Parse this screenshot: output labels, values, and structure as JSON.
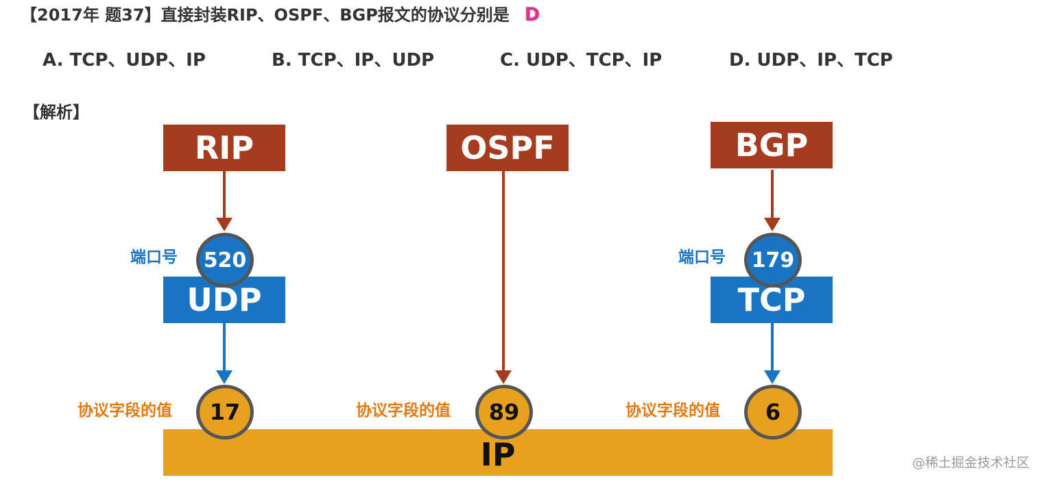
{
  "question": {
    "text": "【2017年 题37】直接封装RIP、OSPF、BGP报文的协议分别是",
    "answer": "D"
  },
  "options": [
    {
      "text": "A. TCP、UDP、IP"
    },
    {
      "text": "B. TCP、IP、UDP"
    },
    {
      "text": "C. UDP、TCP、IP"
    },
    {
      "text": "D. UDP、IP、TCP"
    }
  ],
  "analysis_label": "【解析】",
  "diagram": {
    "protocols": {
      "rip": "RIP",
      "ospf": "OSPF",
      "bgp": "BGP"
    },
    "transport": {
      "udp": "UDP",
      "tcp": "TCP"
    },
    "ports": {
      "label": "端口号",
      "rip_port": "520",
      "bgp_port": "179"
    },
    "protocol_field": {
      "label": "协议字段的值",
      "udp_value": "17",
      "ospf_value": "89",
      "tcp_value": "6"
    },
    "network": {
      "ip": "IP"
    }
  },
  "watermark": "@稀土掘金技术社区",
  "colors": {
    "app_layer": "#a63c1f",
    "transport_layer": "#1a74c4",
    "network_layer": "#e8a11f",
    "port_label": "#1a74c4",
    "field_label": "#e07a10",
    "answer": "#d6338f"
  }
}
